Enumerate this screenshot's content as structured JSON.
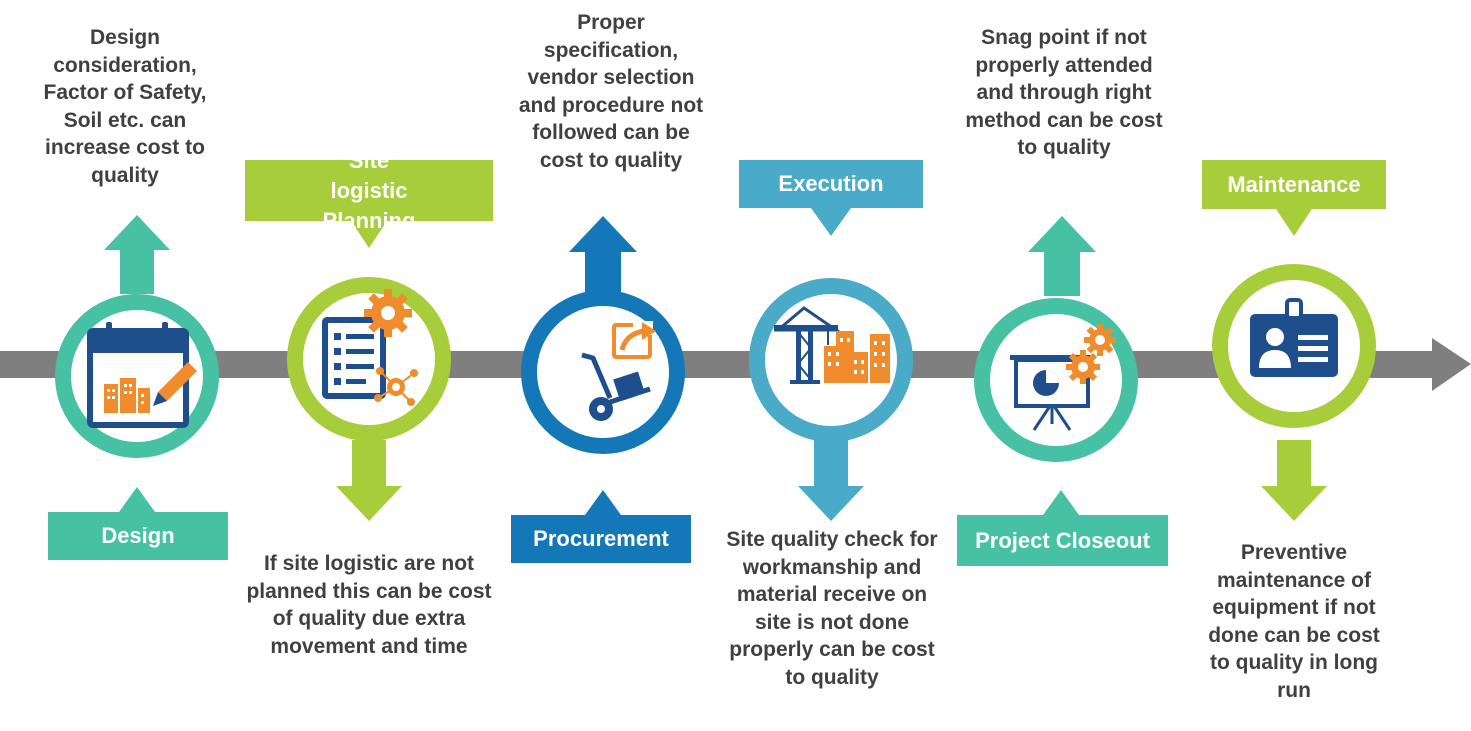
{
  "colors": {
    "teal": "#47C1A4",
    "lime": "#A7CD3A",
    "blue": "#1478B8",
    "sky": "#4AABC9",
    "navy": "#1F4E8C",
    "orange": "#F08C2B",
    "timeline": "#7F7F7F"
  },
  "stages": [
    {
      "label": "Design",
      "description": "Design consideration, Factor of Safety, Soil etc. can increase cost to quality",
      "icon": "calendar-buildings-pencil-icon"
    },
    {
      "label": "Site logistic Planning",
      "description": "If site logistic are not planned this can be cost of quality due extra movement and time",
      "icon": "checklist-gear-network-icon"
    },
    {
      "label": "Procurement",
      "description": "Proper specification, vendor selection and procedure not followed can be cost to quality",
      "icon": "hand-truck-export-icon"
    },
    {
      "label": "Execution",
      "description": "Site quality check for workmanship and material receive on site is not done properly can be cost to quality",
      "icon": "crane-buildings-icon"
    },
    {
      "label": "Project Closeout",
      "description": "Snag point if not properly attended and through right method can be cost to quality",
      "icon": "presentation-chart-gears-icon"
    },
    {
      "label": "Maintenance",
      "description": "Preventive maintenance of equipment if not done can be cost to quality in long run",
      "icon": "id-badge-icon"
    }
  ]
}
